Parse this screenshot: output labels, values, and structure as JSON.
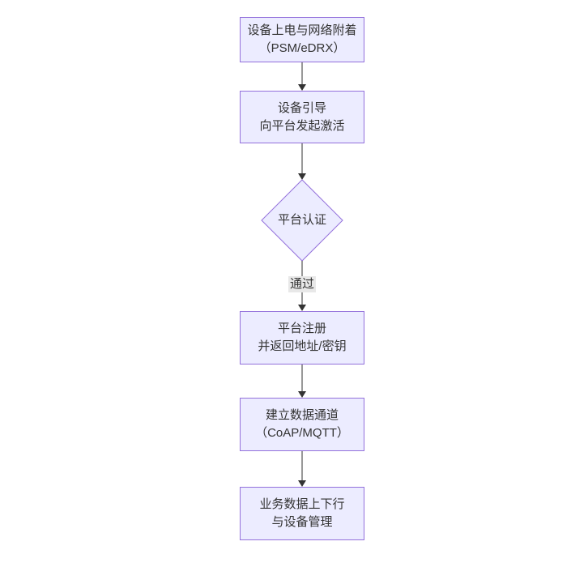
{
  "flowchart": {
    "type": "flowchart",
    "direction": "top-down",
    "nodes": {
      "power_attach": {
        "shape": "rect",
        "line1": "设备上电与网络附着",
        "line2": "（PSM/eDRX）"
      },
      "bootstrap": {
        "shape": "rect",
        "line1": "设备引导",
        "line2": "向平台发起激活"
      },
      "auth": {
        "shape": "diamond",
        "label": "平台认证"
      },
      "register": {
        "shape": "rect",
        "line1": "平台注册",
        "line2": "并返回地址/密钥"
      },
      "data_channel": {
        "shape": "rect",
        "line1": "建立数据通道",
        "line2": "（CoAP/MQTT）"
      },
      "business": {
        "shape": "rect",
        "line1": "业务数据上下行",
        "line2": "与设备管理"
      }
    },
    "edges": [
      {
        "from": "power_attach",
        "to": "bootstrap"
      },
      {
        "from": "bootstrap",
        "to": "auth"
      },
      {
        "from": "auth",
        "to": "register",
        "label": "通过"
      },
      {
        "from": "register",
        "to": "data_channel"
      },
      {
        "from": "data_channel",
        "to": "business"
      }
    ],
    "colors": {
      "node_fill": "#ECECFF",
      "node_border": "#9370DB",
      "connector": "#333333",
      "edge_label_bg": "#e8e8e8",
      "text": "#333333",
      "background": "#ffffff"
    }
  }
}
